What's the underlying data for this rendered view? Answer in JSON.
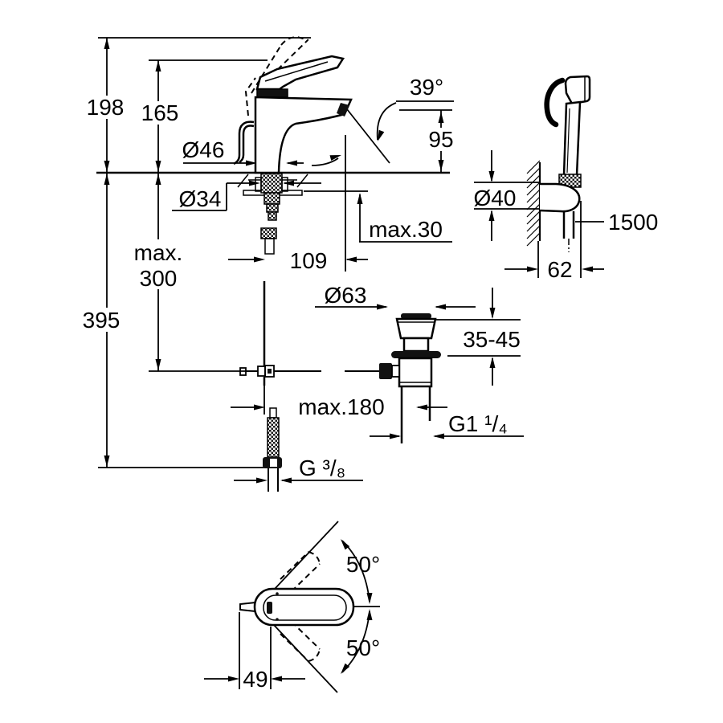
{
  "page": {
    "background": "#ffffff",
    "line_color": "#000000",
    "text_color": "#000000"
  },
  "dimensions": {
    "overall_height": "198",
    "body_height": "165",
    "base_diameter": "Ø46",
    "shank_diameter": "Ø34",
    "spout_angle": "39°",
    "spout_outlet_height": "95",
    "max_deck_thickness": "max.30",
    "spout_reach": "109",
    "rod_max_line1": "max.",
    "rod_max_line2": "300",
    "overall_depth": "395",
    "holder_diameter": "Ø40",
    "hose_length": "1500",
    "holder_projection": "62",
    "waste_diameter": "Ø63",
    "waste_height_range": "35-45",
    "rod_horizontal_max": "max.180",
    "waste_thread": "G1 ¹/₄",
    "supply_thread": "G ³/₈",
    "lever_swing_up": "50°",
    "lever_swing_down": "50°",
    "lever_offset": "49"
  }
}
